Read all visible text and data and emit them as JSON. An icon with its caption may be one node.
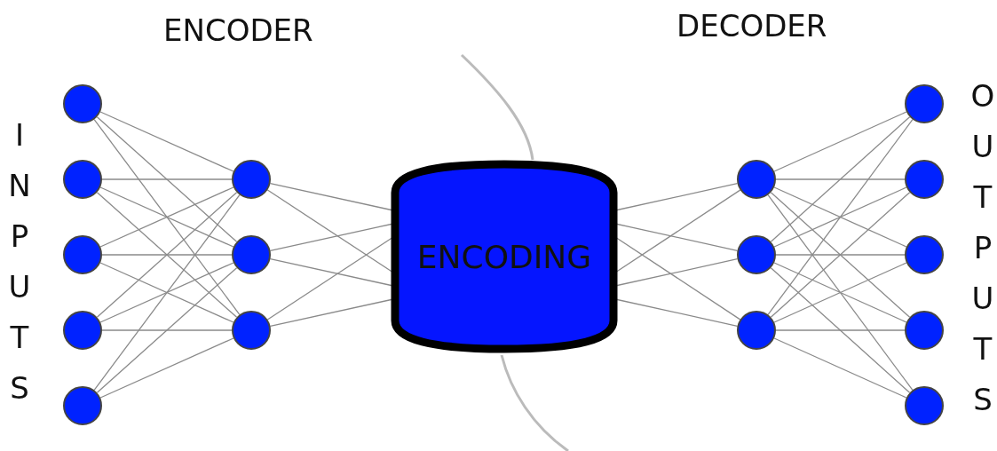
{
  "diagram": {
    "nodes": [
      {
        "text": [],
        "shape": "circle"
      },
      {
        "text": [],
        "shape": "circle"
      },
      {
        "text": [],
        "shape": "circle"
      },
      {
        "text": [],
        "shape": "circle"
      },
      {
        "text": [],
        "shape": "circle"
      },
      {
        "text": [],
        "shape": "circle"
      },
      {
        "text": [],
        "shape": "circle"
      },
      {
        "text": [],
        "shape": "circle"
      },
      {
        "text": [
          "ENCODING"
        ]
      },
      {
        "text": [],
        "shape": "circle"
      },
      {
        "text": [],
        "shape": "circle"
      },
      {
        "text": [],
        "shape": "circle"
      },
      {
        "text": [],
        "shape": "circle"
      },
      {
        "text": [],
        "shape": "circle"
      },
      {
        "text": [],
        "shape": "circle"
      },
      {
        "text": [],
        "shape": "circle"
      },
      {
        "text": [],
        "shape": "circle"
      }
    ],
    "edges": [
      {
        "from": 0,
        "to": 5,
        "arrow": "none"
      },
      {
        "from": 0,
        "to": 6,
        "arrow": "none"
      },
      {
        "from": 0,
        "to": 7,
        "arrow": "none"
      },
      {
        "from": 1,
        "to": 5,
        "arrow": "none"
      },
      {
        "from": 1,
        "to": 6,
        "arrow": "none"
      },
      {
        "from": 1,
        "to": 7,
        "arrow": "none"
      },
      {
        "from": 2,
        "to": 5,
        "arrow": "none"
      },
      {
        "from": 2,
        "to": 6,
        "arrow": "none"
      },
      {
        "from": 2,
        "to": 7,
        "arrow": "none"
      },
      {
        "from": 3,
        "to": 5,
        "arrow": "none"
      },
      {
        "from": 3,
        "to": 6,
        "arrow": "none"
      },
      {
        "from": 3,
        "to": 7,
        "arrow": "none"
      },
      {
        "from": 4,
        "to": 5,
        "arrow": "none"
      },
      {
        "from": 4,
        "to": 6,
        "arrow": "none"
      },
      {
        "from": 4,
        "to": 7,
        "arrow": "none"
      },
      {
        "from": 5,
        "to": 8,
        "arrow": "none"
      },
      {
        "from": 5,
        "to": 8,
        "arrow": "none"
      },
      {
        "from": 6,
        "to": 8,
        "arrow": "none"
      },
      {
        "from": 6,
        "to": 8,
        "arrow": "none"
      },
      {
        "from": 7,
        "to": 8,
        "arrow": "none"
      },
      {
        "from": 7,
        "to": 8,
        "arrow": "none"
      },
      {
        "from": 8,
        "to": 9,
        "arrow": "none"
      },
      {
        "from": 8,
        "to": 9,
        "arrow": "none"
      },
      {
        "from": 8,
        "to": 10,
        "arrow": "none"
      },
      {
        "from": 8,
        "to": 10,
        "arrow": "none"
      },
      {
        "from": 8,
        "to": 11,
        "arrow": "none"
      },
      {
        "from": 8,
        "to": 11,
        "arrow": "none"
      },
      {
        "from": 9,
        "to": 12,
        "arrow": "none"
      },
      {
        "from": 9,
        "to": 13,
        "arrow": "none"
      },
      {
        "from": 9,
        "to": 14,
        "arrow": "none"
      },
      {
        "from": 9,
        "to": 15,
        "arrow": "none"
      },
      {
        "from": 9,
        "to": 16,
        "arrow": "none"
      },
      {
        "from": 10,
        "to": 12,
        "arrow": "none"
      },
      {
        "from": 10,
        "to": 13,
        "arrow": "none"
      },
      {
        "from": 10,
        "to": 14,
        "arrow": "none"
      },
      {
        "from": 10,
        "to": 15,
        "arrow": "none"
      },
      {
        "from": 10,
        "to": 16,
        "arrow": "none"
      },
      {
        "from": 11,
        "to": 12,
        "arrow": "none"
      },
      {
        "from": 11,
        "to": 13,
        "arrow": "none"
      },
      {
        "from": 11,
        "to": 14,
        "arrow": "none"
      },
      {
        "from": 11,
        "to": 15,
        "arrow": "none"
      },
      {
        "from": 11,
        "to": 16,
        "arrow": "none"
      }
    ],
    "labels": [
      "ENCODER",
      "DECODER",
      "INPUTS",
      "OUTPUTS"
    ]
  }
}
